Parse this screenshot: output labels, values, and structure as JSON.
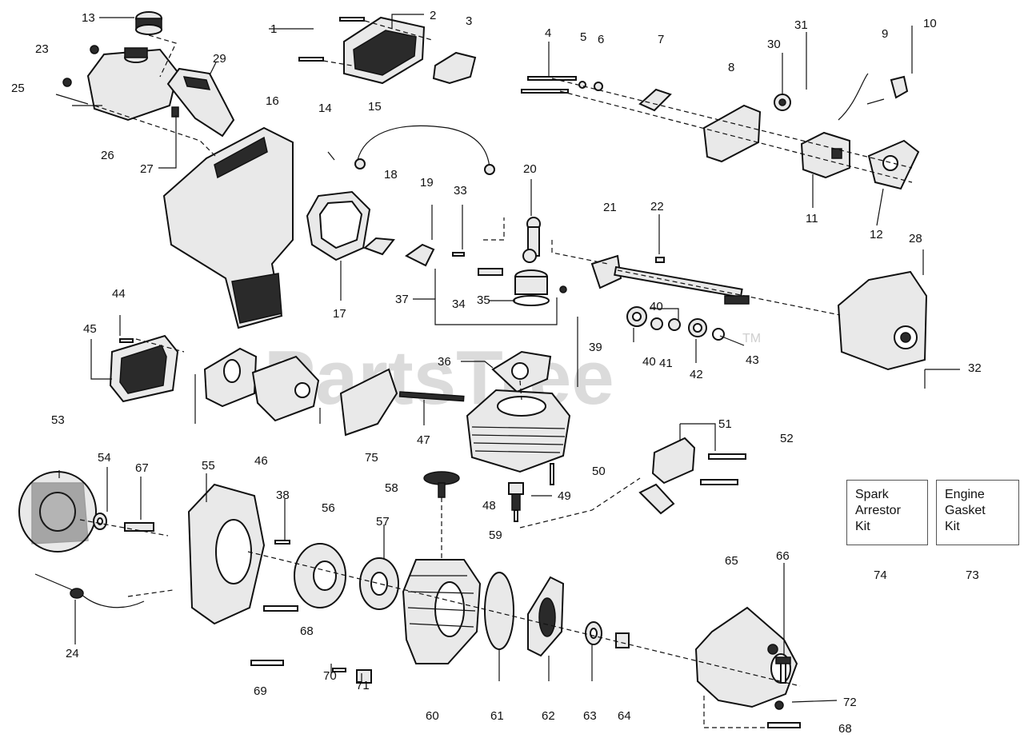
{
  "watermark": {
    "text": "PartsTree",
    "tm": "TM"
  },
  "callouts": [
    {
      "label": "13"
    },
    {
      "label": "23"
    },
    {
      "label": "25"
    },
    {
      "label": "29"
    },
    {
      "label": "16"
    },
    {
      "label": "26"
    },
    {
      "label": "27"
    },
    {
      "label": "1"
    },
    {
      "label": "2"
    },
    {
      "label": "3"
    },
    {
      "label": "14"
    },
    {
      "label": "15"
    },
    {
      "label": "18"
    },
    {
      "label": "4"
    },
    {
      "label": "5"
    },
    {
      "label": "6"
    },
    {
      "label": "7"
    },
    {
      "label": "8"
    },
    {
      "label": "30"
    },
    {
      "label": "31"
    },
    {
      "label": "9"
    },
    {
      "label": "10"
    },
    {
      "label": "11"
    },
    {
      "label": "12"
    },
    {
      "label": "19"
    },
    {
      "label": "33"
    },
    {
      "label": "20"
    },
    {
      "label": "21"
    },
    {
      "label": "22"
    },
    {
      "label": "28"
    },
    {
      "label": "17"
    },
    {
      "label": "37"
    },
    {
      "label": "34"
    },
    {
      "label": "35"
    },
    {
      "label": "40"
    },
    {
      "label": "39"
    },
    {
      "label": "40"
    },
    {
      "label": "41"
    },
    {
      "label": "42"
    },
    {
      "label": "43"
    },
    {
      "label": "32"
    },
    {
      "label": "44"
    },
    {
      "label": "45"
    },
    {
      "label": "36"
    },
    {
      "label": "46"
    },
    {
      "label": "47"
    },
    {
      "label": "75"
    },
    {
      "label": "51"
    },
    {
      "label": "52"
    },
    {
      "label": "50"
    },
    {
      "label": "53"
    },
    {
      "label": "54"
    },
    {
      "label": "67"
    },
    {
      "label": "55"
    },
    {
      "label": "58"
    },
    {
      "label": "38"
    },
    {
      "label": "56"
    },
    {
      "label": "48"
    },
    {
      "label": "49"
    },
    {
      "label": "59"
    },
    {
      "label": "57"
    },
    {
      "label": "65"
    },
    {
      "label": "66"
    },
    {
      "label": "74"
    },
    {
      "label": "73"
    },
    {
      "label": "24"
    },
    {
      "label": "68"
    },
    {
      "label": "70"
    },
    {
      "label": "71"
    },
    {
      "label": "69"
    },
    {
      "label": "60"
    },
    {
      "label": "61"
    },
    {
      "label": "62"
    },
    {
      "label": "63"
    },
    {
      "label": "64"
    },
    {
      "label": "72"
    },
    {
      "label": "68"
    }
  ],
  "kits": [
    {
      "lines": [
        "Spark",
        "Arrestor",
        "Kit"
      ]
    },
    {
      "lines": [
        "Engine",
        "Gasket",
        "Kit"
      ]
    }
  ]
}
